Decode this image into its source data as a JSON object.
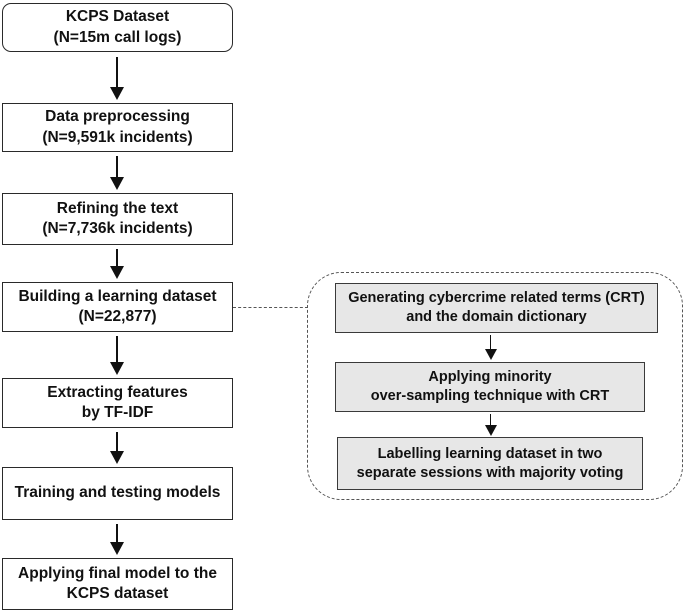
{
  "diagram": {
    "title": "KCPS cybercrime-detection data pipeline flowchart",
    "colors": {
      "main_box_fill": "#ffffff",
      "main_box_border": "#2a2a2a",
      "sub_box_fill": "#e7e7e7",
      "sub_box_border": "#3a3a3a",
      "dashed_panel_border": "#555555",
      "arrow": "#111111",
      "text": "#111111"
    },
    "main_flow": [
      {
        "line1": "KCPS Dataset",
        "line2": "(N=15m call logs)"
      },
      {
        "line1": "Data preprocessing",
        "line2": "(N=9,591k incidents)"
      },
      {
        "line1": "Refining the text",
        "line2": "(N=7,736k incidents)"
      },
      {
        "line1": "Building a learning dataset",
        "line2": "(N=22,877)"
      },
      {
        "line1": "Extracting features",
        "line2": "by TF-IDF"
      },
      {
        "line1": "Training and testing models",
        "line2": ""
      },
      {
        "line1": "Applying final model to the",
        "line2": "KCPS dataset"
      }
    ],
    "sub_flow": [
      {
        "line1": "Generating cybercrime related terms (CRT)",
        "line2": "and the domain dictionary"
      },
      {
        "line1": "Applying minority",
        "line2": "over-sampling technique with CRT"
      },
      {
        "line1": "Labelling learning dataset in two",
        "line2": "separate sessions with majority voting"
      }
    ]
  }
}
